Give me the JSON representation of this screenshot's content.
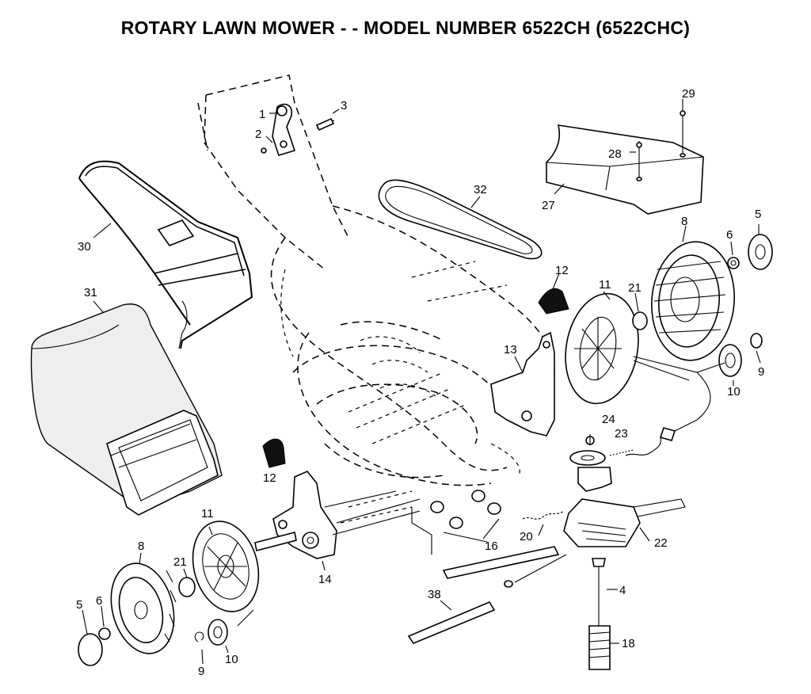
{
  "title": "ROTARY LAWN MOWER - - MODEL NUMBER 6522CH (6522CHC)",
  "callouts": {
    "c1": "1",
    "c2": "2",
    "c3": "3",
    "c29": "29",
    "c28": "28",
    "c27": "27",
    "c32": "32",
    "c30": "30",
    "c31": "31",
    "c8r": "8",
    "c6r": "6",
    "c5r": "5",
    "c12r": "12",
    "c11r": "11",
    "c21r": "21",
    "c13": "13",
    "c9r": "9",
    "c10r": "10",
    "c24": "24",
    "c23": "23",
    "c12l": "12",
    "c11l": "11",
    "c8l": "8",
    "c21l": "21",
    "c14": "14",
    "c20": "20",
    "c22": "22",
    "c16": "16",
    "c38": "38",
    "c4": "4",
    "c5l": "5",
    "c6l": "6",
    "c10l": "10",
    "c9l": "9",
    "c18": "18"
  }
}
